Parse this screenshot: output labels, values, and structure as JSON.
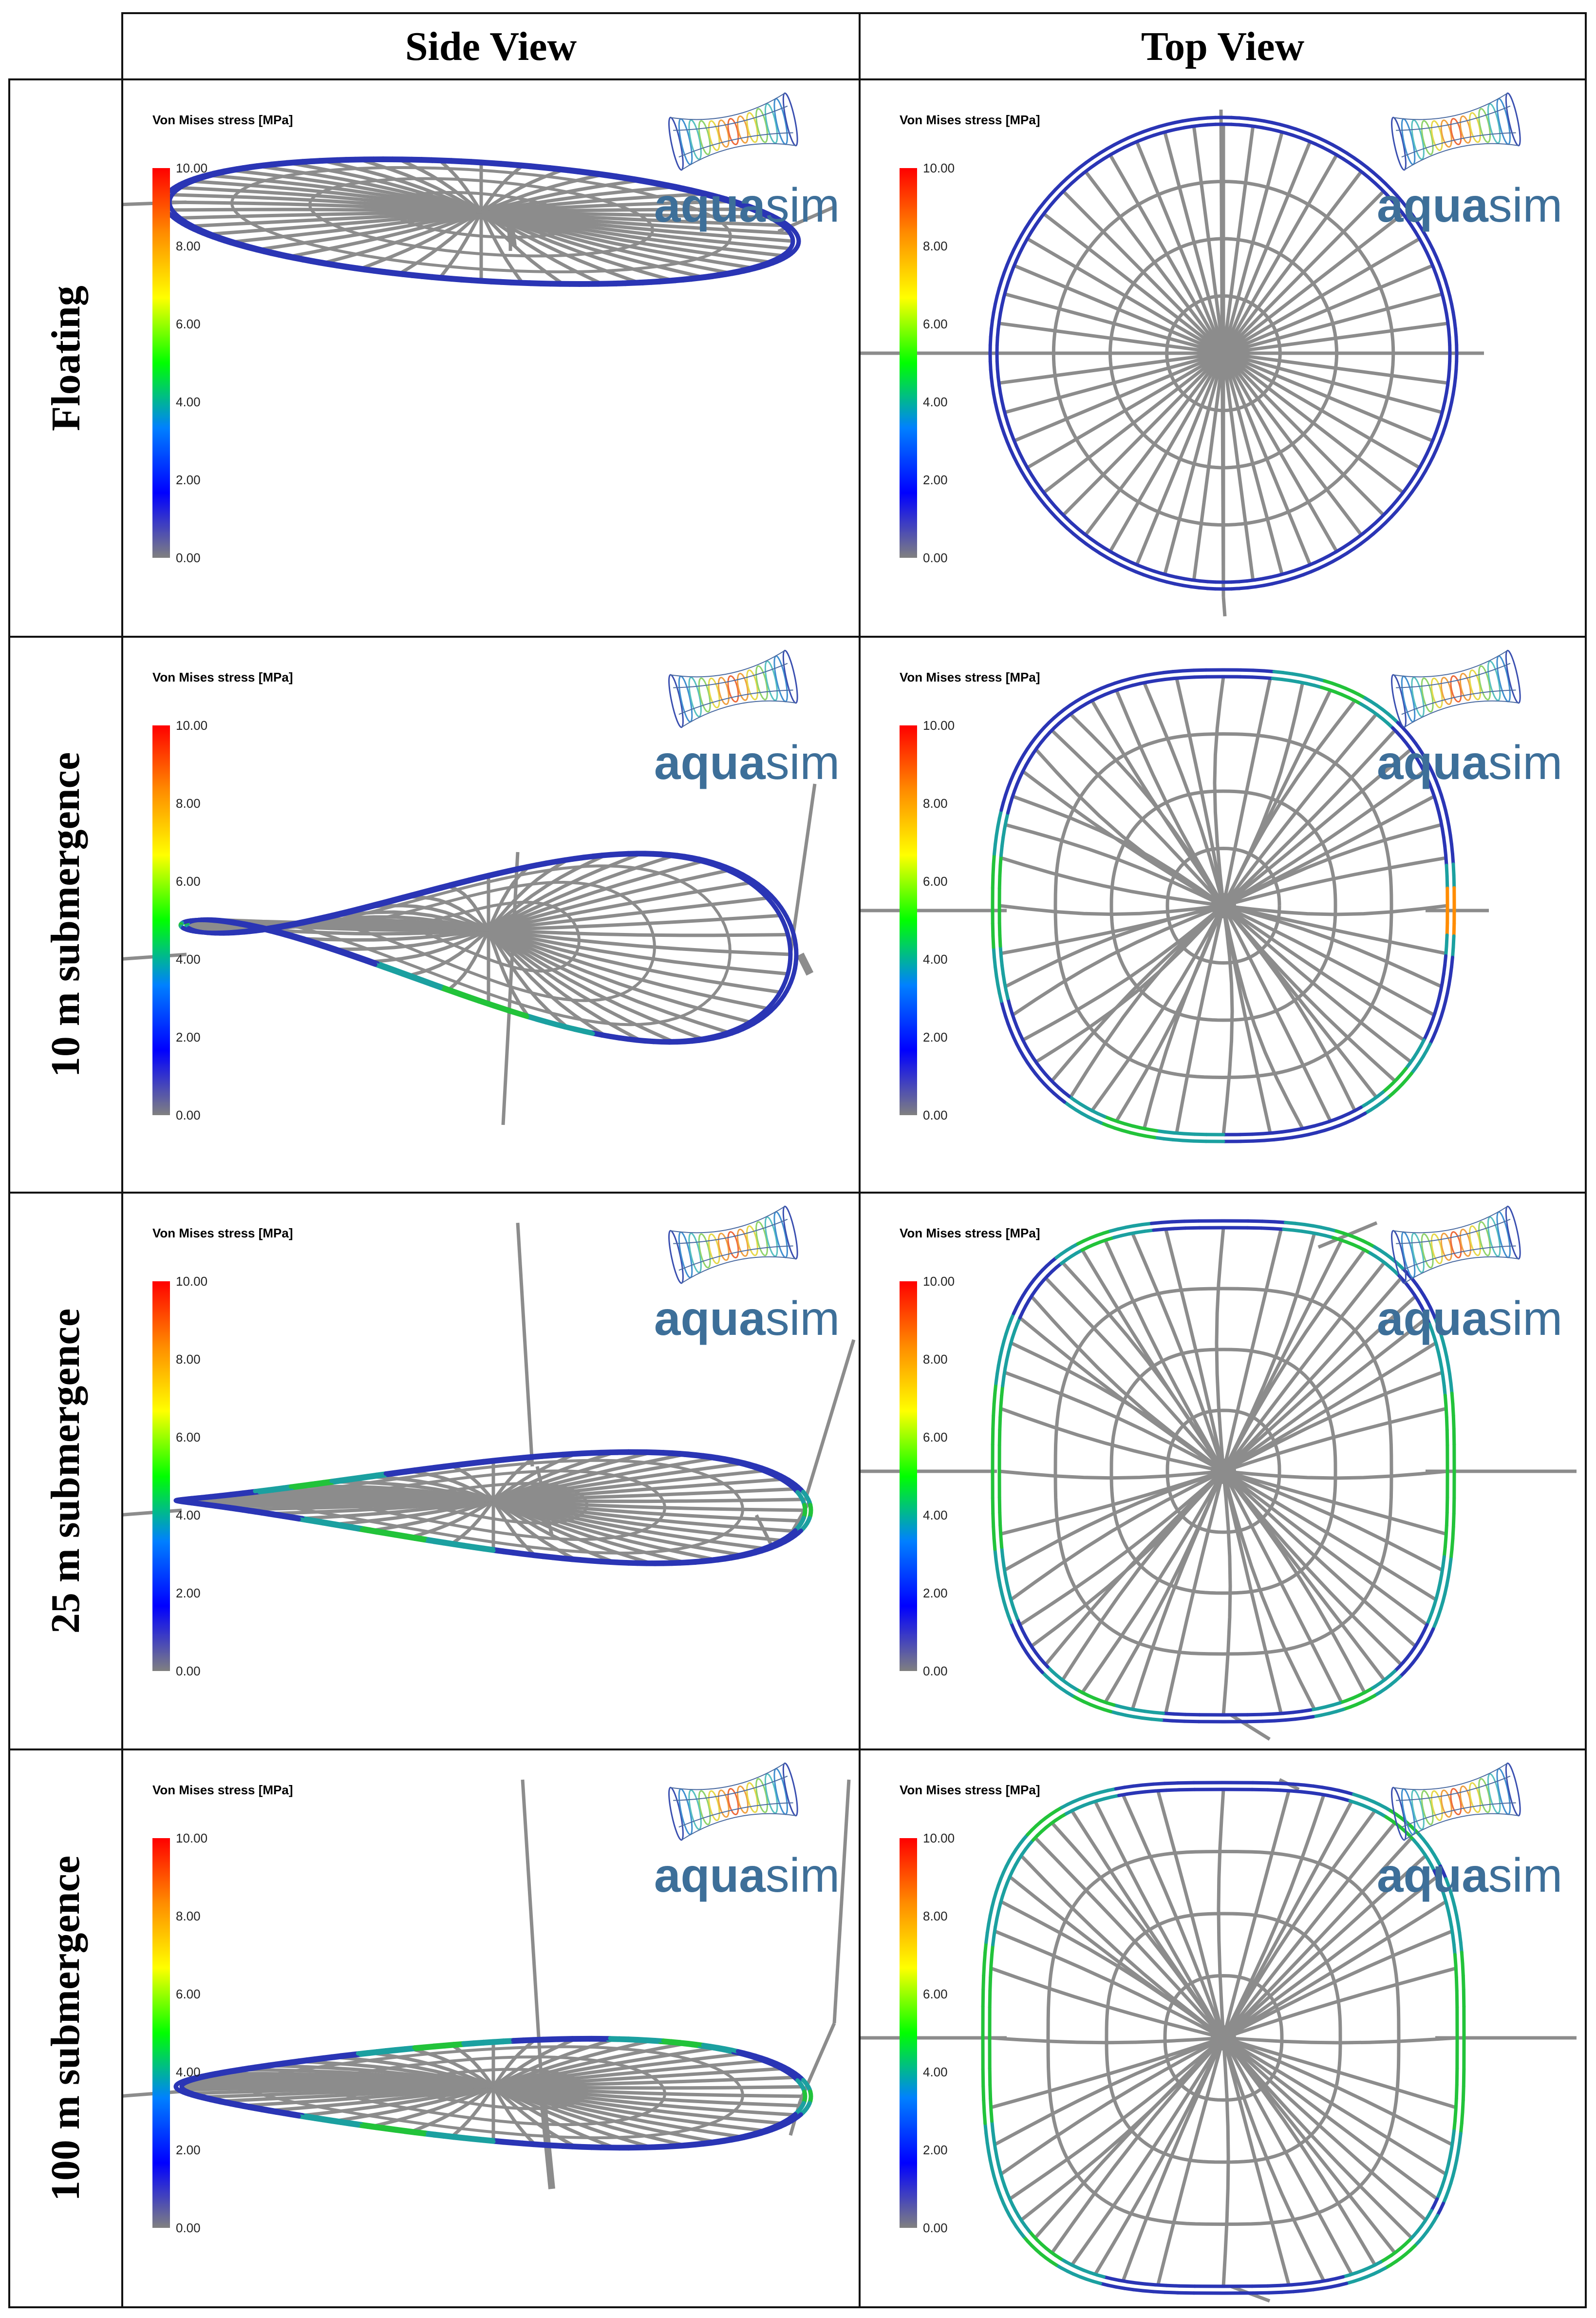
{
  "headers": {
    "side": "Side View",
    "top": "Top View"
  },
  "rows": [
    {
      "label": "Floating",
      "case": "floating"
    },
    {
      "label": "10 m submergence",
      "case": "sub10"
    },
    {
      "label": "25 m submergence",
      "case": "sub25"
    },
    {
      "label": "100 m submergence",
      "case": "sub100"
    }
  ],
  "legend": {
    "title": "Von Mises stress [MPa]",
    "ticks": [
      "10.00",
      "8.00",
      "6.00",
      "4.00",
      "2.00",
      "0.00"
    ]
  },
  "logo": {
    "part1": "aqua",
    "part2": "sim"
  },
  "colors": {
    "ring_low": "#2a35b5",
    "ring_mid": "#22c33a",
    "ring_high": "#ff2a1a",
    "net": "#8c8c8c",
    "logo": "#3d6f99"
  },
  "colorbar_stops": [
    "#ff0000",
    "#ff8c00",
    "#ffff00",
    "#00ff00",
    "#0080ff",
    "#0000ff",
    "#808080"
  ]
}
